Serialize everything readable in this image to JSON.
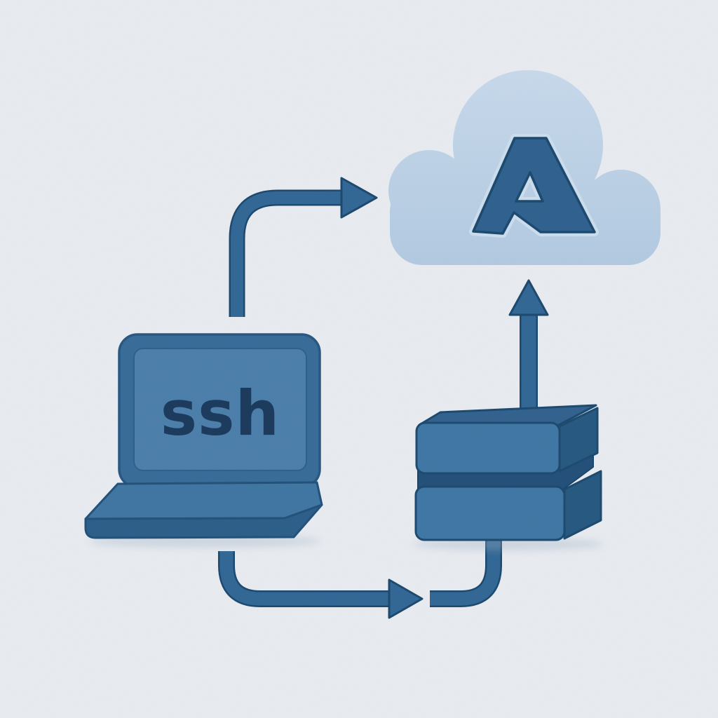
{
  "illustration": {
    "type": "cloud-architecture-diagram",
    "background_color": "#e9ecf1",
    "laptop": {
      "screen_text": "ssh"
    },
    "cloud": {
      "letter": "A"
    },
    "server": {
      "tiers": 2
    },
    "connections": [
      {
        "from": "laptop",
        "to": "cloud",
        "style": "curved-arrow-up-right"
      },
      {
        "from": "laptop",
        "to": "server",
        "style": "curved-arrow-down-right"
      },
      {
        "from": "server",
        "to": "cloud",
        "style": "straight-arrow-up"
      }
    ],
    "colors": {
      "background": "#e9ecf1",
      "primary": "#336896",
      "primary_dark": "#1d4a6f",
      "cloud_fill_top": "#c9daec",
      "cloud_fill_bottom": "#b3cbe2",
      "letter_fill": "#31628f",
      "letter_halo": "#cddeee",
      "lid_fill": "#3a6d9a",
      "screen_fill": "#4d80ac",
      "screen_text_color": "#1d3b5d",
      "deck_top_fill": "#4177a3",
      "deck_front_fill": "#2d608b",
      "server_top_fill": "#336390",
      "server_front_fill": "#4078a5",
      "server_side_fill": "#285a81",
      "server_gap_fill": "#24517a"
    }
  }
}
